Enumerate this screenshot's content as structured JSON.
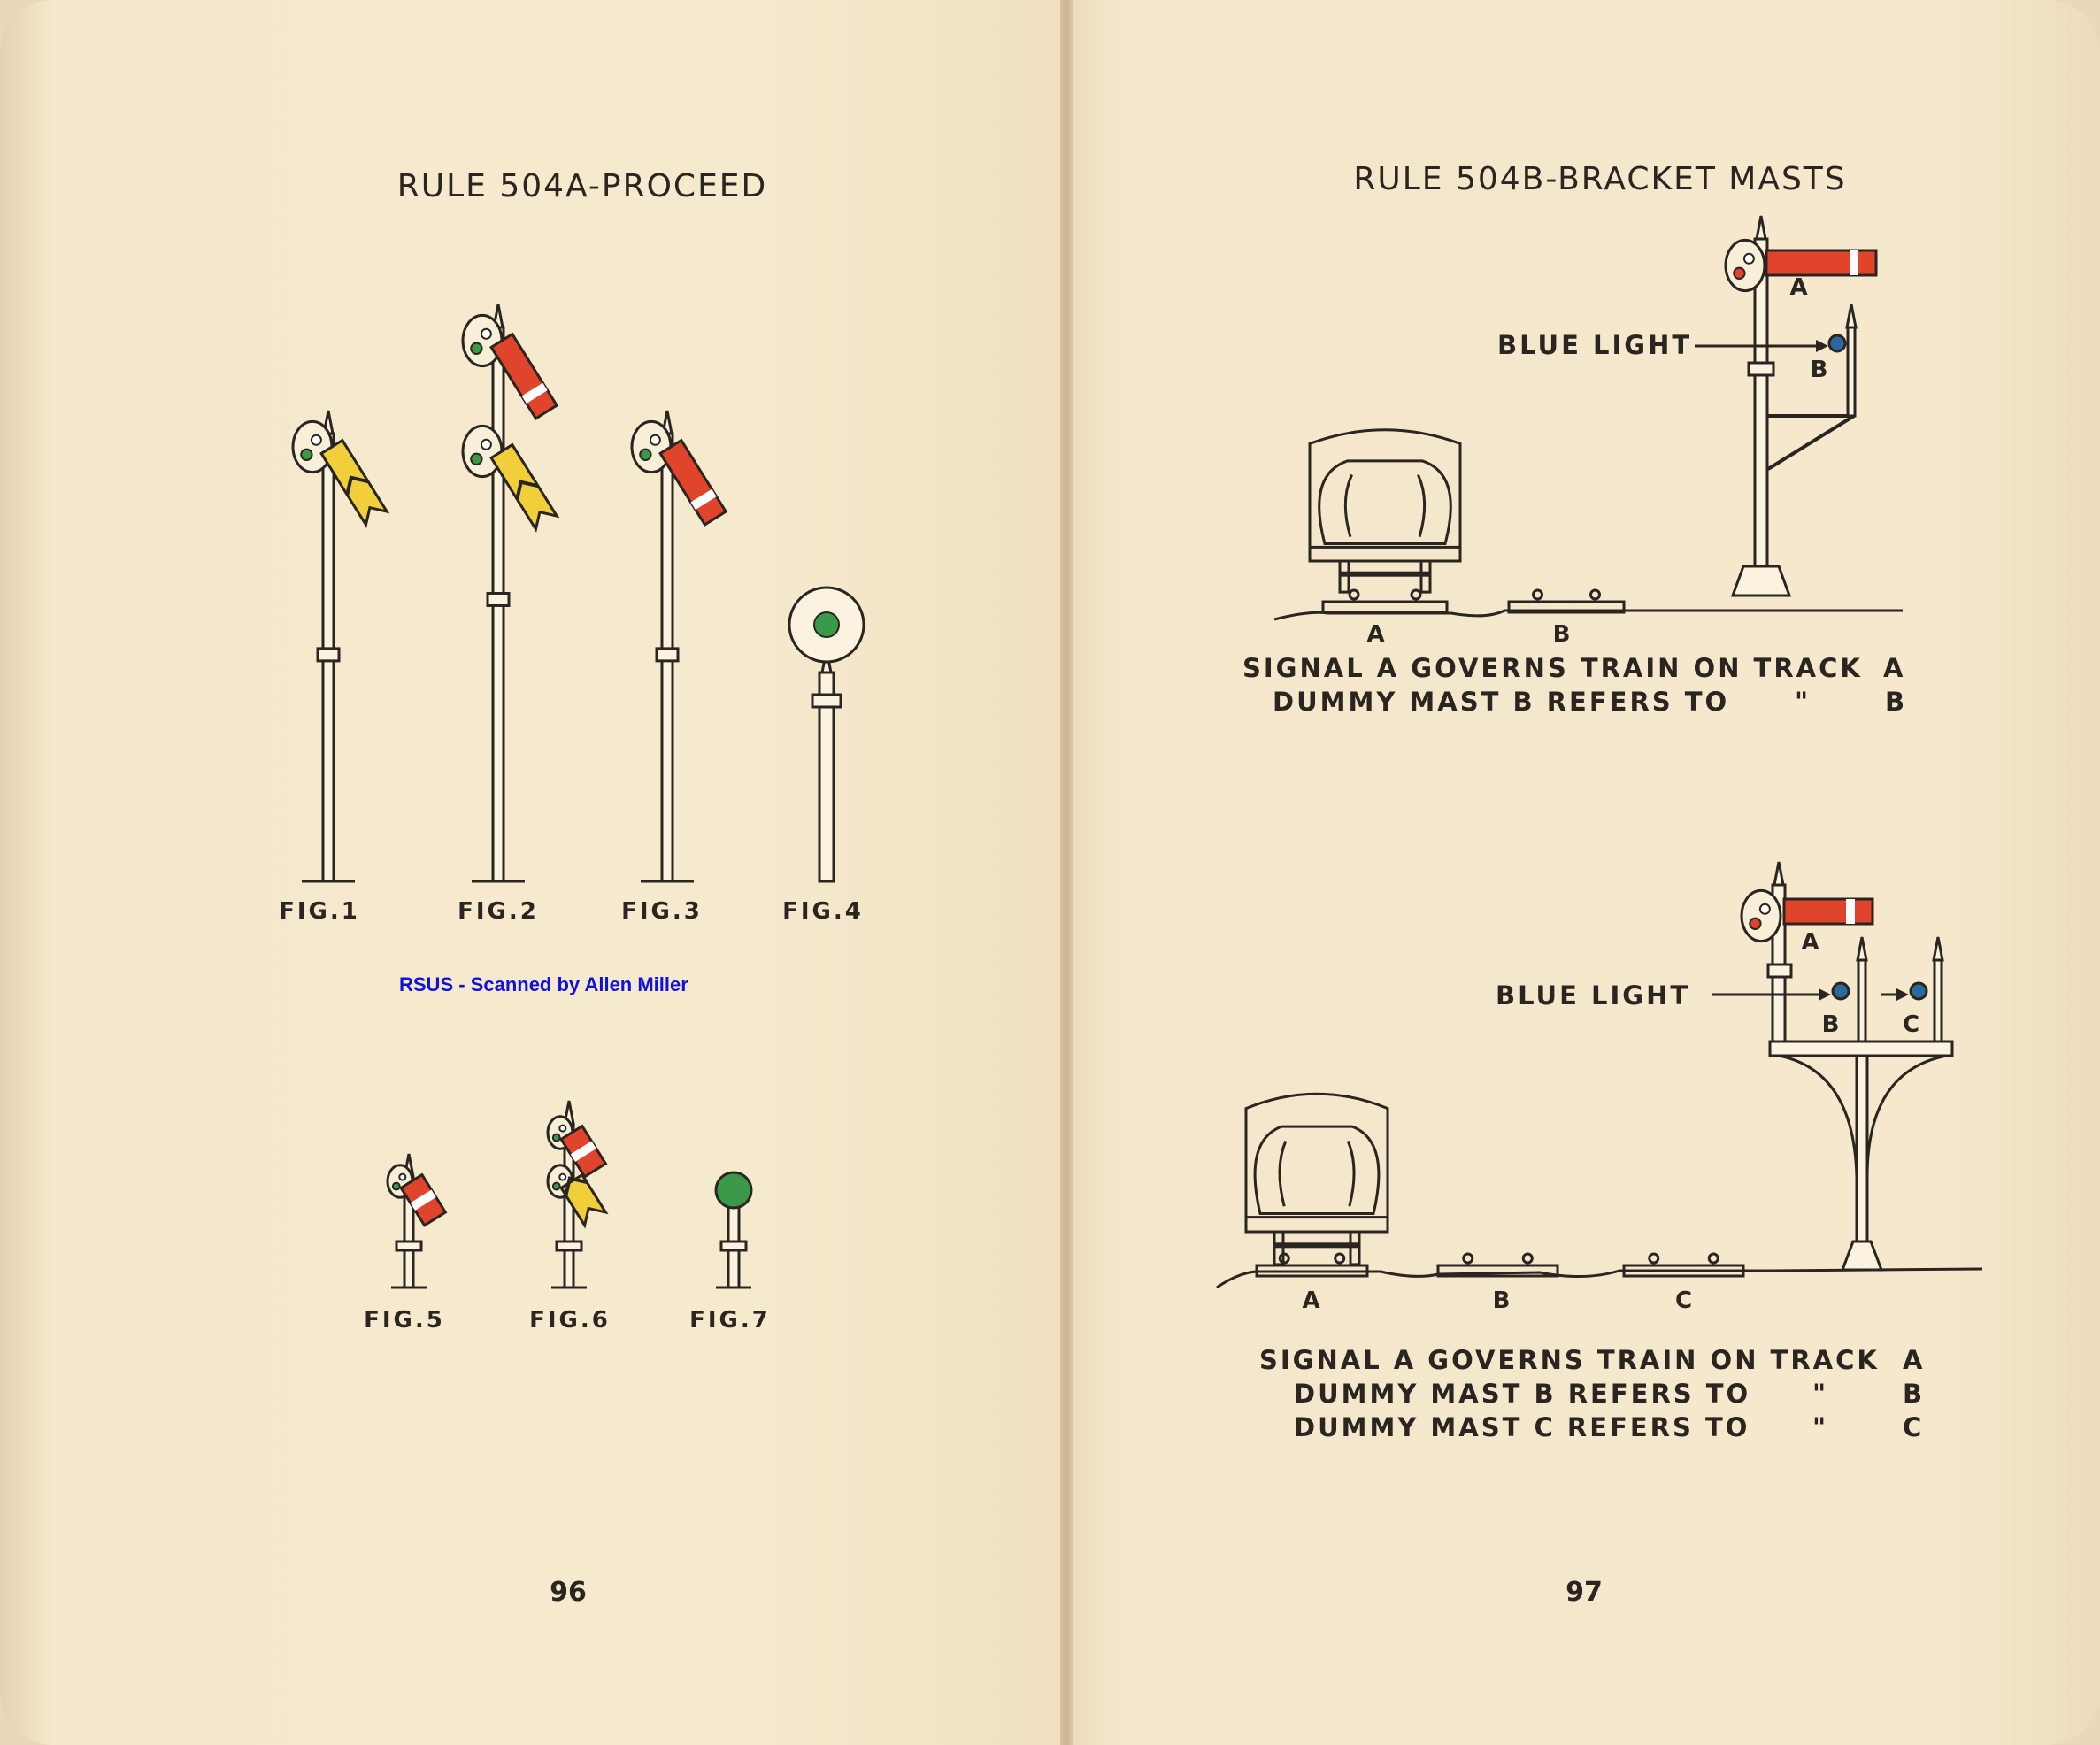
{
  "left_page": {
    "title": "RULE 504A-PROCEED",
    "figures_top": [
      "FIG.1",
      "FIG.2",
      "FIG.3",
      "FIG.4"
    ],
    "figures_bottom": [
      "FIG.5",
      "FIG.6",
      "FIG.7"
    ],
    "scan_credit": "RSUS - Scanned by Allen Miller",
    "page_number": "96"
  },
  "right_page": {
    "title": "RULE 504B-BRACKET MASTS",
    "diagram_1": {
      "blue_light_label": "BLUE LIGHT",
      "signal_labels": [
        "A",
        "B"
      ],
      "track_labels": [
        "A",
        "B"
      ],
      "caption_lines": [
        {
          "text": "SIGNAL A GOVERNS TRAIN ON TRACK",
          "ditto": "",
          "track": "A"
        },
        {
          "text": "DUMMY MAST B REFERS TO",
          "ditto": "\"",
          "track": "B"
        }
      ]
    },
    "diagram_2": {
      "blue_light_label": "BLUE LIGHT",
      "signal_labels": [
        "A",
        "B",
        "C"
      ],
      "track_labels": [
        "A",
        "B",
        "C"
      ],
      "caption_lines": [
        {
          "text": "SIGNAL A GOVERNS TRAIN ON TRACK",
          "ditto": "",
          "track": "A"
        },
        {
          "text": "DUMMY MAST B REFERS TO",
          "ditto": "\"",
          "track": "B"
        },
        {
          "text": "DUMMY MAST C REFERS TO",
          "ditto": "\"",
          "track": "C"
        }
      ]
    },
    "page_number": "97"
  },
  "colors": {
    "paper": "#f5e8cc",
    "ink": "#2a2520",
    "stop_arm": "#e0442a",
    "caution_arm": "#f0cf3a",
    "green_light": "#3a9a4a",
    "blue_light": "#2a6aa0",
    "credit_text": "#1010e0"
  }
}
